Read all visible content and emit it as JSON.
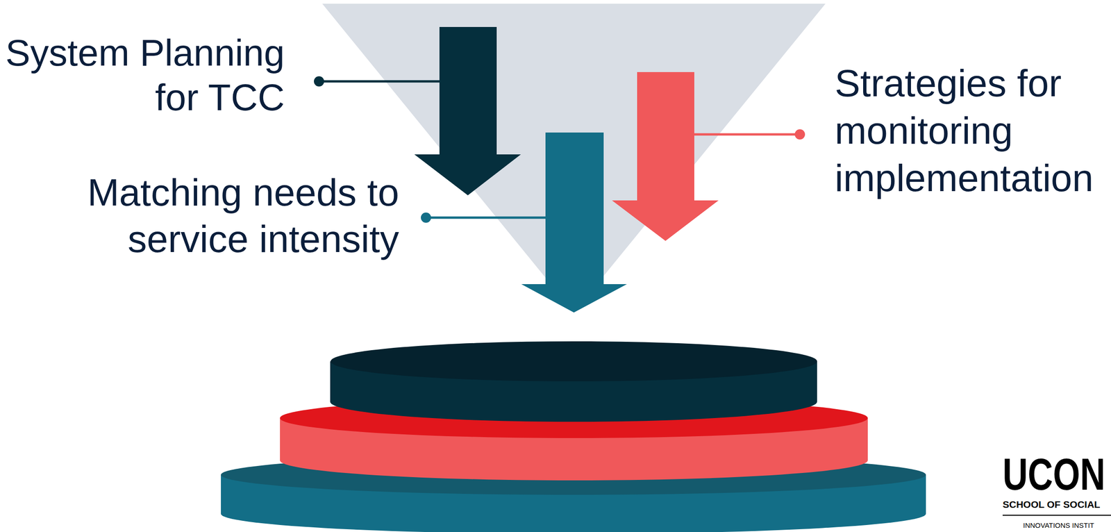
{
  "diagram": {
    "labels": [
      "System Planning for TCC",
      "Matching needs to service intensity",
      "Strategies for monitoring implementation",
      "UCON",
      "SCHOOL OF SOCIAL",
      "INNOVATIONS INSTIT"
    ]
  }
}
